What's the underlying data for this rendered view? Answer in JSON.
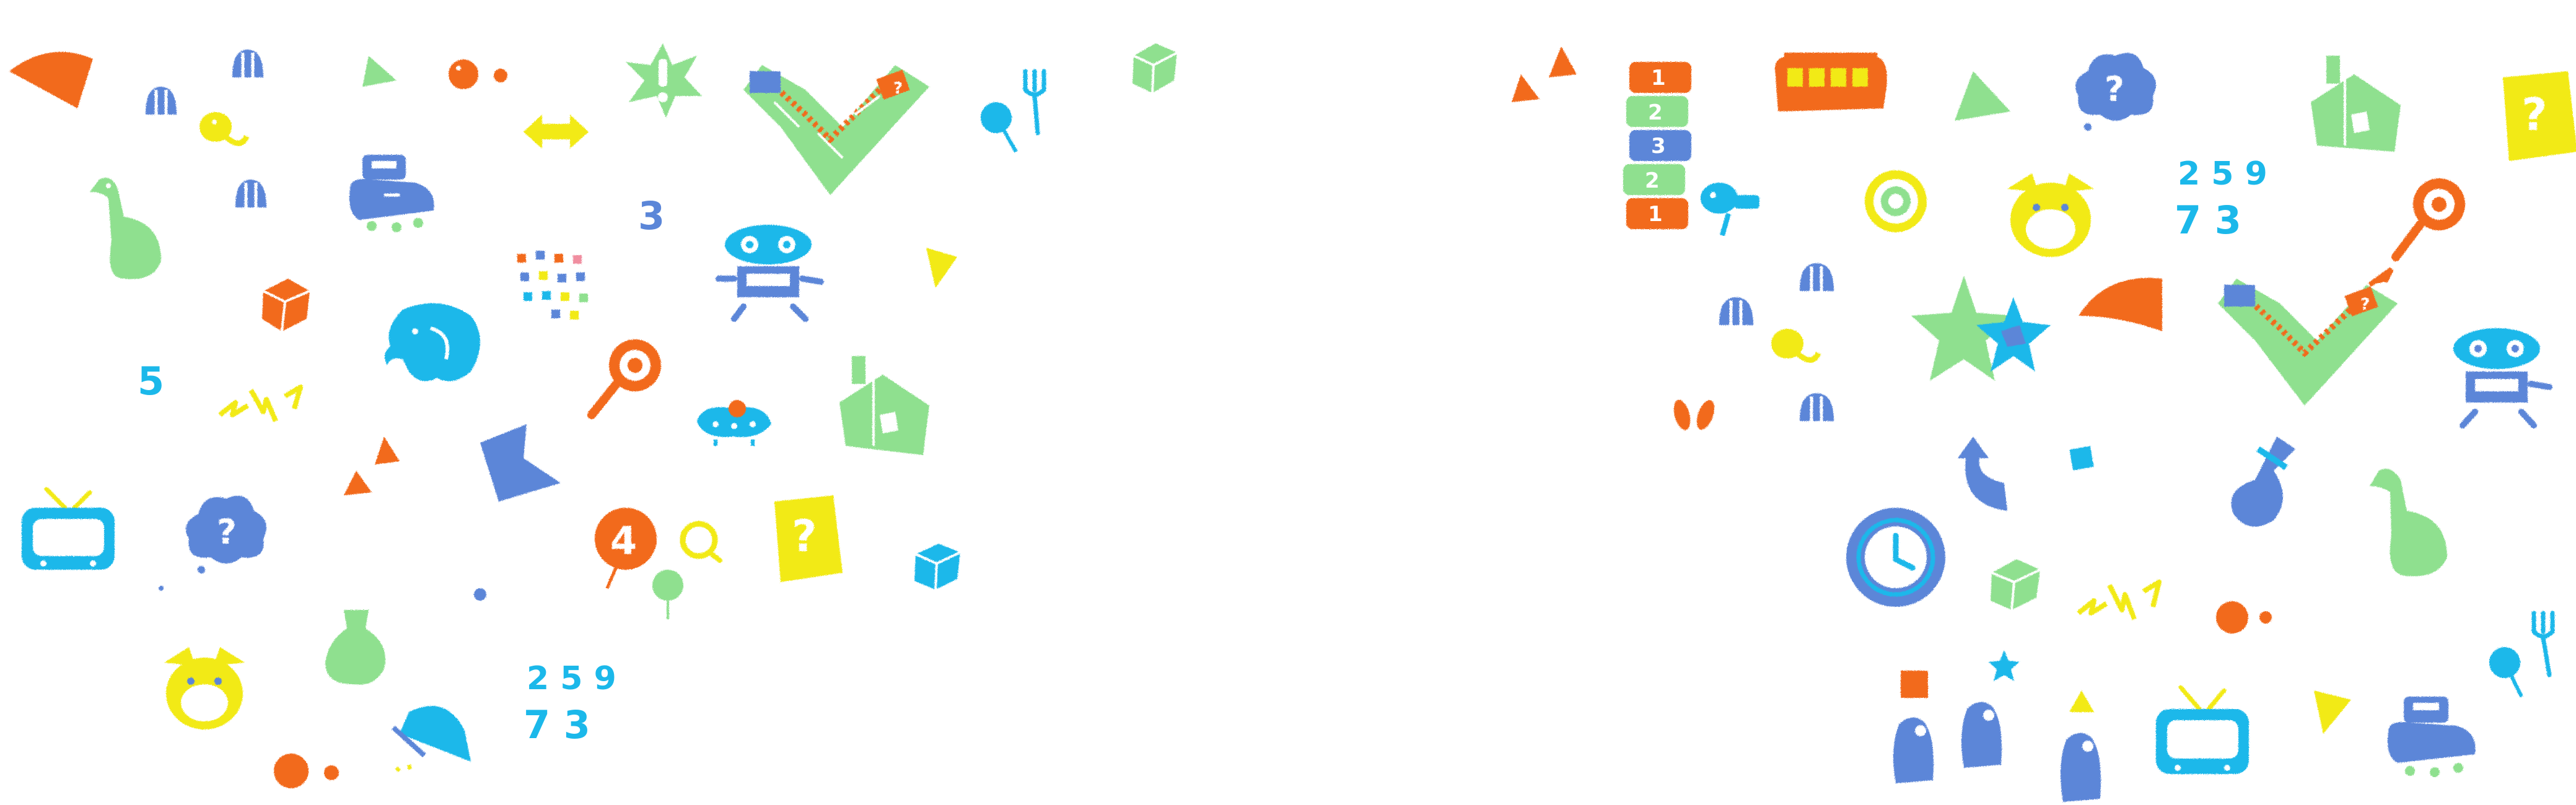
{
  "palette": {
    "orange": "#f26a1b",
    "blue": "#5b86d8",
    "cyan": "#1bb8ea",
    "green": "#8fe08f",
    "yellow": "#f2ea15",
    "pink": "#f08ea0"
  },
  "left_scene": {
    "number_three": "3",
    "number_five": "5",
    "number_cluster_top": "2 5 9",
    "number_cluster_bottom": "7 3",
    "question_mark": "?",
    "number_four": "4"
  },
  "right_scene": {
    "number_cluster_top": "2 5 9",
    "number_cluster_bottom": "7 3",
    "stack_numbers": [
      "1",
      "2",
      "3",
      "2",
      "1"
    ],
    "question_mark": "?"
  }
}
